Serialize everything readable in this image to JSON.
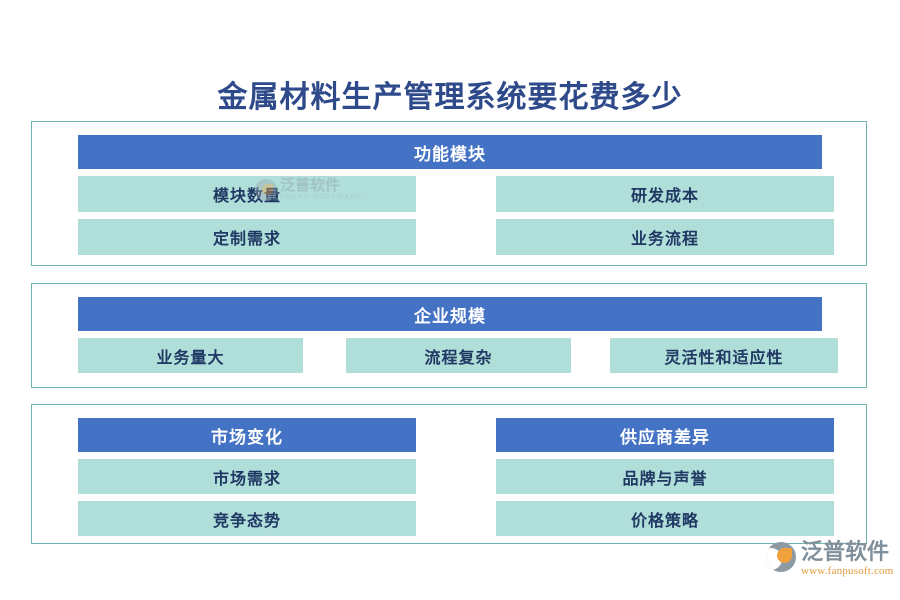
{
  "page": {
    "title": "金属材料生产管理系统要花费多少",
    "title_color": "#2e4a8a",
    "background": "#ffffff",
    "header_color": "#4472c4",
    "cell_color": "#b0ded8",
    "cell_text_color": "#1f3864",
    "panel_border_color": "#6fb6b0"
  },
  "watermark": {
    "brand_cn": "泛普软件",
    "brand_en": "FANPU SOFTWARE",
    "icon": "fanpu-logo-icon"
  },
  "brand": {
    "name_cn": "泛普软件",
    "url": "www.fanpusoft.com",
    "icon": "fanpu-logo-icon",
    "accent_color": "#f0a13c"
  },
  "panels": [
    {
      "id": "panel-1",
      "layout": "two-column",
      "headers": [
        "功能模块"
      ],
      "cells": [
        "模块数量",
        "研发成本",
        "定制需求",
        "业务流程"
      ]
    },
    {
      "id": "panel-2",
      "layout": "three-column",
      "headers": [
        "企业规模"
      ],
      "cells": [
        "业务量大",
        "流程复杂",
        "灵活性和适应性"
      ]
    },
    {
      "id": "panel-3",
      "layout": "two-column-split-header",
      "headers": [
        "市场变化",
        "供应商差异"
      ],
      "column_a": [
        "市场需求",
        "竞争态势"
      ],
      "column_b": [
        "品牌与声誉",
        "价格策略"
      ]
    }
  ]
}
